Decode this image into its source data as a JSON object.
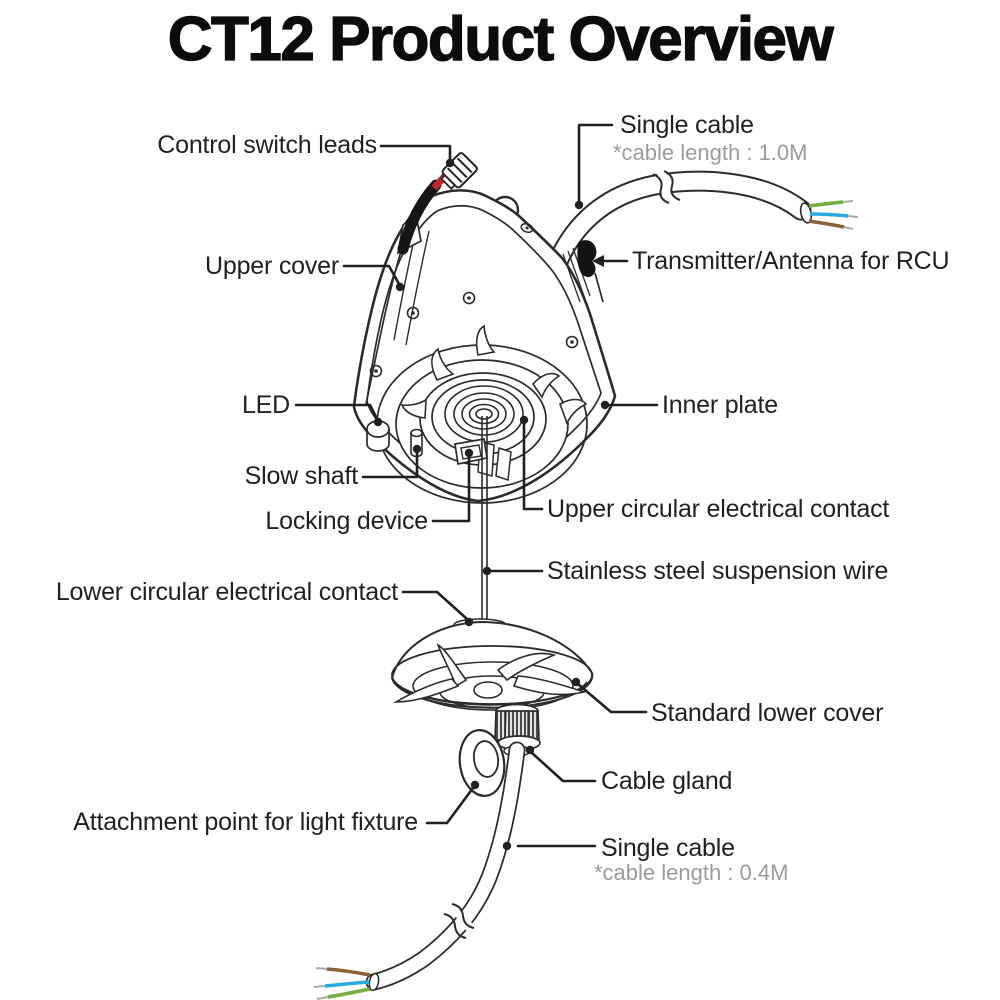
{
  "title": "CT12 Product Overview",
  "labels": {
    "control_switch_leads": "Control switch leads",
    "single_cable_top": "Single cable",
    "single_cable_top_note": "*cable length : 1.0M",
    "upper_cover": "Upper cover",
    "transmitter": "Transmitter/Antenna for RCU",
    "led": "LED",
    "inner_plate": "Inner plate",
    "slow_shaft": "Slow shaft",
    "upper_contact": "Upper circular electrical contact",
    "locking_device": "Locking device",
    "suspension_wire": "Stainless steel suspension wire",
    "lower_contact": "Lower circular electrical contact",
    "standard_lower_cover": "Standard lower cover",
    "cable_gland": "Cable gland",
    "attachment_point": "Attachment point for light fixture",
    "single_cable_bottom": "Single cable",
    "single_cable_bottom_note": "*cable length : 0.4M"
  },
  "colors": {
    "ink": "#231f20",
    "note-gray": "#9b9b9b",
    "wire-green": "#76b043",
    "wire-blue": "#29abe2",
    "wire-brown": "#8a6239",
    "wire-tip-gray": "#a9a9a9",
    "connector-red": "#c1272d"
  }
}
